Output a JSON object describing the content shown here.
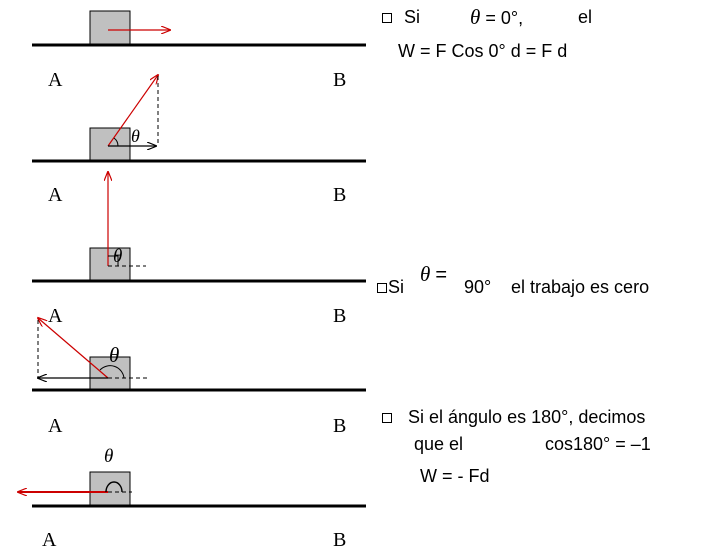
{
  "diagram": {
    "point_a": "A",
    "point_b": "B",
    "angle_symbol": "θ"
  },
  "text": {
    "item1_prefix": "Si",
    "item1_eq": "= 0°,",
    "item1_suffix": "el",
    "item1_formula": "W = F Cos 0° d = F d",
    "item2_prefix": "Si",
    "item2_eq": "=",
    "item2_value": "90°",
    "item2_suffix": "el trabajo es cero",
    "item3_line1": "Si el ángulo es 180°, decimos",
    "item3_line2a": "que el",
    "item3_line2b": "cos180° = –1",
    "item3_formula": "W = - Fd"
  },
  "colors": {
    "force_arrow": "#cc0000",
    "block_fill": "#c0c0c0",
    "ground": "#000000"
  }
}
